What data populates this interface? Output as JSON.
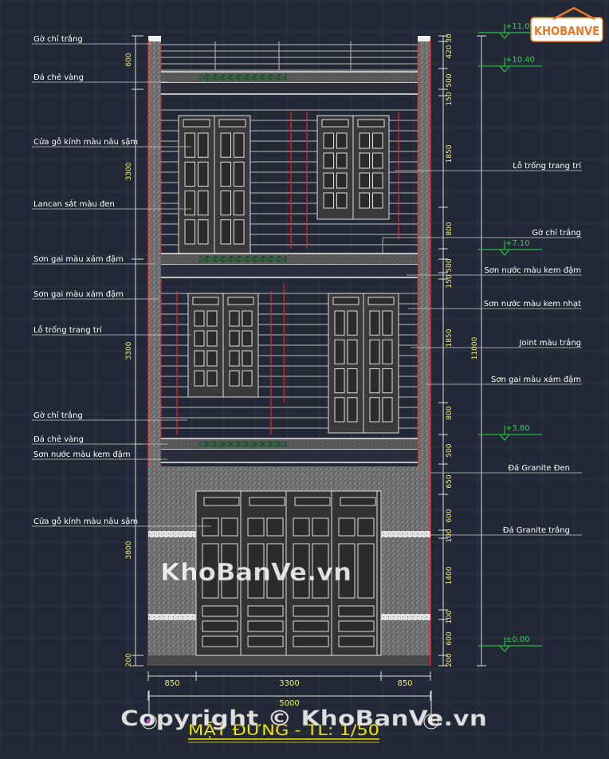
{
  "colors": {
    "background": "#222836",
    "grid": "#2c3342",
    "leader": "#c8c8c8",
    "label": "#ffffff",
    "dimension": "#f0f060",
    "level": "#22dd44",
    "wall_red": "#ee2222",
    "window": "#3a3a3a",
    "title": "#f0e000",
    "watermark": "#ffffff"
  },
  "logo": {
    "text": "KHOBANVE"
  },
  "watermark": {
    "center": "KhoBanVe.vn",
    "bottom": "Copyright © KhoBanVe.vn"
  },
  "title": {
    "text": "MẶT ĐỨNG - TL: 1/50"
  },
  "labels_left": [
    "Gờ chỉ trắng",
    "Đá chẻ vàng",
    "Cửa gỗ kính màu nâu sậm",
    "Lancan sắt màu đen",
    "Sơn gai màu xám đậm",
    "Sơn gai màu xám đậm",
    "Lỗ trống trang trí",
    "Gờ chỉ trắng",
    "Đá chẻ vàng",
    "Sơn nước màu kem đậm",
    "Cửa gỗ kính màu nâu sậm"
  ],
  "labels_right": [
    "Lỗ trống trang trí",
    "Gờ chỉ trắng",
    "Sơn nước màu kem đậm",
    "Sơn nước màu kem nhạt",
    "Joint màu trắng",
    "Sơn gai màu xám đậm",
    "Đá Granite Đen",
    "Đá Granite trắng"
  ],
  "dims_left": [
    "600",
    "3300",
    "3300",
    "3800",
    "200"
  ],
  "dims_right": [
    "420",
    "30",
    "500",
    "150",
    "1850",
    "800",
    "500",
    "150",
    "1850",
    "800",
    "500",
    "650",
    "600",
    "100",
    "1400",
    "100",
    "600",
    "200"
  ],
  "dim_total_height": "11000",
  "dims_bottom": [
    "850",
    "3300",
    "850"
  ],
  "dim_total_width": "5000",
  "levels": [
    "+11.00",
    "+10.40",
    "+7.10",
    "+3.80",
    "±0.00"
  ]
}
